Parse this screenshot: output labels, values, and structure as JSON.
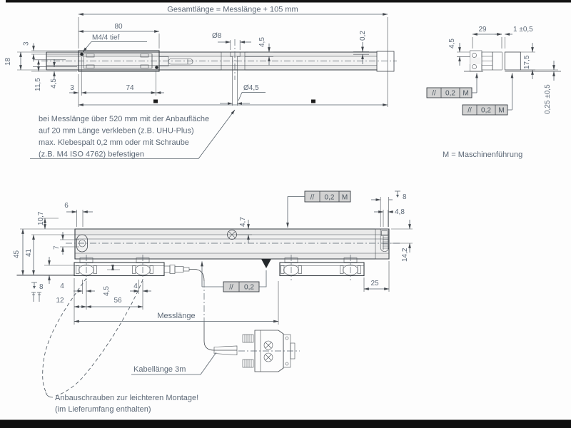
{
  "colors": {
    "background": "#fdfdfd",
    "drawing_line": "#383d43",
    "dimension_text": "#5d6977",
    "part_fill_light": "#efefef",
    "part_fill_mid": "#e6e6e6",
    "fcf_fill": "#d2d2d2",
    "frame_bar": "#101010"
  },
  "top_view": {
    "total_length_label": "Gesamtlänge = Messlänge + 105 mm",
    "dim_80": "80",
    "dim_m4": "M4/4 tief",
    "dim_3_top": "3",
    "dim_18": "18",
    "dim_11_5": "11,5",
    "dim_4_5_left": "4,5",
    "dim_3_chain": "3",
    "dim_74": "74",
    "dim_dia8": "Ø8",
    "dim_4_5_depth": "4,5",
    "dim_dia4_5": "Ø4,5",
    "dim_0_2": "0,2",
    "note_lines": [
      "bei Messlänge über 520 mm mit der Anbaufläche",
      "auf 20 mm Länge verkleben (z.B. UHU-Plus)",
      "max. Klebespalt 0,2 mm oder mit  Schraube",
      "(z.B.  M4 ISO 4762) befestigen"
    ]
  },
  "end_view": {
    "dim_29": "29",
    "dim_1": "1 ±0,5",
    "dim_4_5": "4,5",
    "dim_17_5": "17,5",
    "dim_0_25": "0,25 ±0,5",
    "fcf_upper": {
      "sym": "//",
      "tol": "0,2",
      "datum": "M"
    },
    "fcf_lower": {
      "sym": "//",
      "tol": "0,2",
      "datum": "M"
    },
    "legend": "M = Maschinenführung"
  },
  "bottom_view": {
    "dim_6": "6",
    "dim_10_7": "10,7",
    "dim_45": "45",
    "dim_41": "41",
    "dim_7": "7",
    "dim_8_left": "8",
    "dim_4_left": "4",
    "dim_4_5": "4,5",
    "dim_4_right": "4",
    "dim_12": "12",
    "dim_56": "56",
    "dim_4_7": "4,7",
    "dim_8_right": "8",
    "dim_4_8": "4,8",
    "dim_14_2": "14,2",
    "dim_25": "25",
    "fcf_top": {
      "sym": "//",
      "tol": "0,2",
      "datum": "M"
    },
    "fcf_bottom": {
      "sym": "//",
      "tol": "0,2"
    },
    "messlaenge_label": "Messlänge",
    "cable_label": "Kabellänge 3m",
    "note_lines": [
      "Anbauschrauben zur leichteren Montage!",
      "(im Lieferumfang enthalten)"
    ]
  }
}
